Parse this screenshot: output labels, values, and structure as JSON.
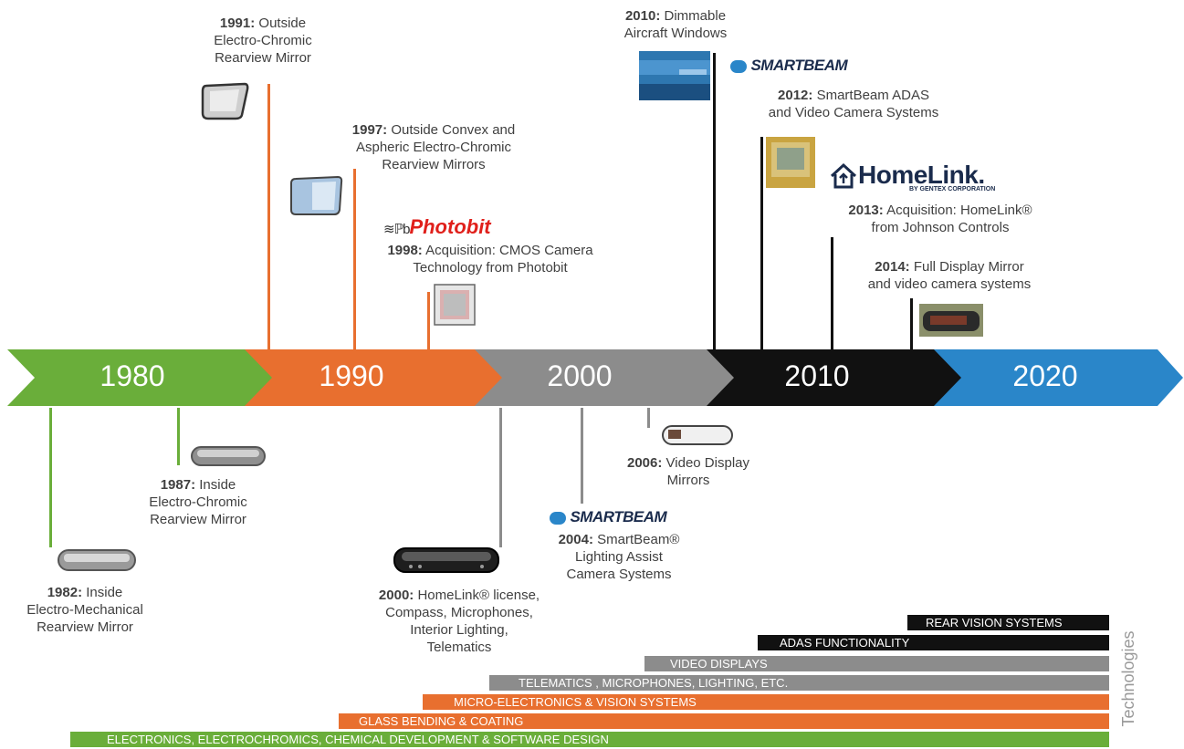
{
  "timeline": {
    "decades": [
      "1980",
      "1990",
      "2000",
      "2010",
      "2020"
    ],
    "colors": {
      "green": "#6aae3a",
      "orange": "#e86f2f",
      "gray": "#8c8c8c",
      "black": "#111111",
      "blue": "#2a86c9"
    }
  },
  "events": {
    "e1982": {
      "year": "1982:",
      "lines": [
        "Inside",
        "Electro-Mechanical",
        "Rearview Mirror"
      ]
    },
    "e1987": {
      "year": "1987:",
      "lines": [
        "Inside",
        "Electro-Chromic",
        "Rearview Mirror"
      ]
    },
    "e1991": {
      "year": "1991:",
      "lines": [
        "Outside",
        "Electro-Chromic",
        "Rearview Mirror"
      ]
    },
    "e1997": {
      "year": "1997:",
      "lines": [
        "Outside Convex and",
        "Aspheric Electro-Chromic",
        "Rearview Mirrors"
      ]
    },
    "e1998": {
      "year": "1998:",
      "lines": [
        "Acquisition: CMOS Camera",
        "Technology from Photobit"
      ]
    },
    "e2000": {
      "year": "2000:",
      "lines": [
        "HomeLink® license,",
        "Compass, Microphones,",
        "Interior Lighting,",
        "Telematics"
      ]
    },
    "e2004": {
      "year": "2004:",
      "lines": [
        "SmartBeam®",
        "Lighting Assist",
        "Camera Systems"
      ]
    },
    "e2006": {
      "year": "2006:",
      "lines": [
        "Video Display",
        "Mirrors"
      ]
    },
    "e2010": {
      "year": "2010:",
      "lines": [
        "Dimmable",
        "Aircraft Windows"
      ]
    },
    "e2012": {
      "year": "2012:",
      "lines": [
        "SmartBeam ADAS",
        "and Video Camera Systems"
      ]
    },
    "e2013": {
      "year": "2013:",
      "lines": [
        "Acquisition: HomeLink®",
        "from Johnson Controls"
      ]
    },
    "e2014": {
      "year": "2014:",
      "lines": [
        "Full Display Mirror",
        "and video camera systems"
      ]
    }
  },
  "brands": {
    "photobit": "Photobit",
    "smartbeam": "SMARTBEAM",
    "homelink": "HomeLink.",
    "homelink_sub": "BY GENTEX CORPORATION"
  },
  "technologies": {
    "title": "Technologies",
    "bars": [
      "REAR VISION SYSTEMS",
      "ADAS FUNCTIONALITY",
      "VIDEO DISPLAYS",
      "TELEMATICS , MICROPHONES, LIGHTING, ETC.",
      "MICRO-ELECTRONICS & VISION SYSTEMS",
      "GLASS BENDING & COATING",
      "ELECTRONICS, ELECTROCHROMICS, CHEMICAL DEVELOPMENT & SOFTWARE DESIGN"
    ]
  }
}
